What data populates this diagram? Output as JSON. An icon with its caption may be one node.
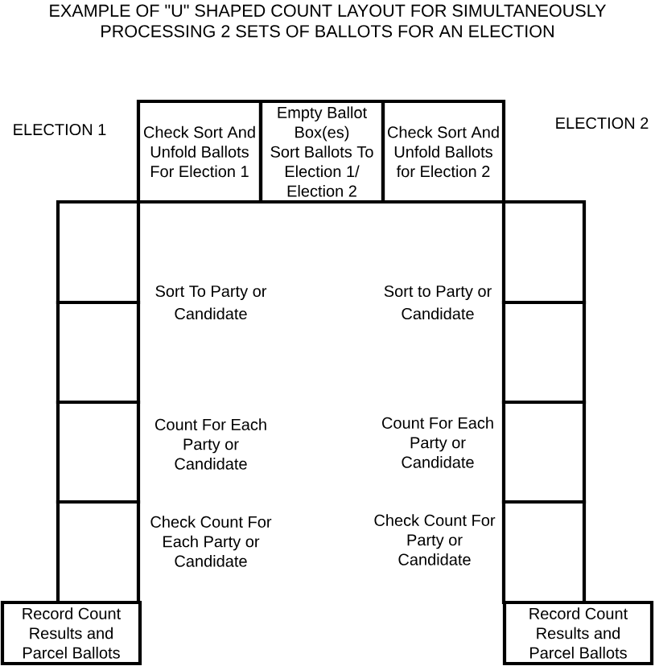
{
  "diagram": {
    "title": "EXAMPLE OF \"U\" SHAPED COUNT LAYOUT FOR SIMULTANEOUSLY PROCESSING 2 SETS OF BALLOTS FOR AN ELECTION",
    "nodes": [
      {
        "text": [
          "Check Sort And Unfold Ballots For Election 1"
        ]
      },
      {
        "text": [
          "Empty Ballot Box(es)",
          "Sort Ballots To Election 1/ Election 2"
        ]
      },
      {
        "text": [
          "Check Sort And Unfold Ballots for Election 2"
        ]
      },
      {
        "text": [],
        "shape": "box"
      },
      {
        "text": [],
        "shape": "box"
      },
      {
        "text": [],
        "shape": "box"
      },
      {
        "text": [],
        "shape": "box"
      },
      {
        "text": [],
        "shape": "box"
      },
      {
        "text": [],
        "shape": "box"
      },
      {
        "text": [],
        "shape": "box"
      },
      {
        "text": [],
        "shape": "box"
      },
      {
        "text": [
          "Record Count Results and Parcel Ballots"
        ]
      },
      {
        "text": [
          "Record Count Results and Parcel Ballots"
        ]
      }
    ],
    "labels": [
      "ELECTION 1",
      "ELECTION 2",
      "Sort To Party or Candidate",
      "Sort to Party or Candidate",
      "Count For Each Party or Candidate",
      "Count For Each Party or Candidate",
      "Check Count For Each Party or Candidate",
      "Check Count For Party or Candidate"
    ]
  }
}
